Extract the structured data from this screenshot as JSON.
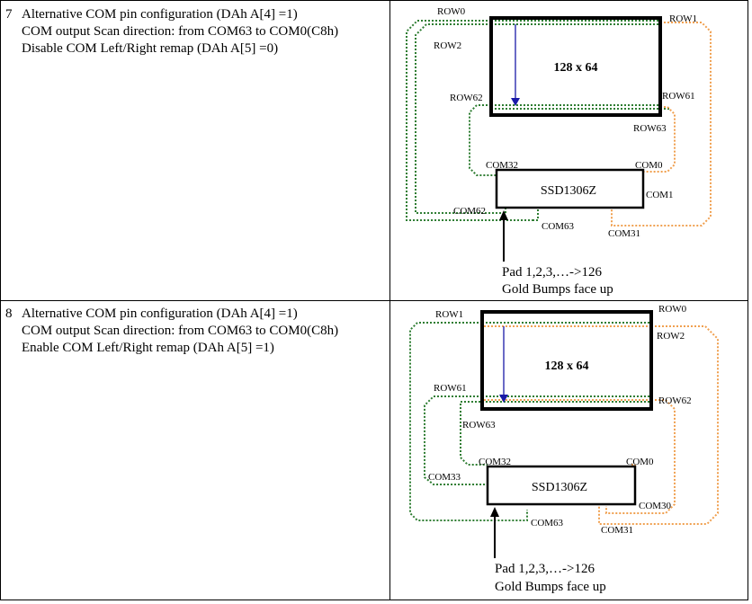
{
  "rows": [
    {
      "number": "7",
      "lines": [
        "Alternative COM pin configuration (DAh A[4] =1)",
        "COM output Scan direction: from COM63 to COM0(C8h)",
        "Disable COM Left/Right remap (DAh A[5] =0)"
      ],
      "diagram": {
        "display_label": "128 x 64",
        "chip_label": "SSD1306Z",
        "row_labels": {
          "top_left": "ROW0",
          "top_right": "ROW1",
          "second_left": "ROW2",
          "lower_left": "ROW62",
          "lower_right": "ROW61",
          "bottom_right": "ROW63"
        },
        "com_labels": {
          "chip_top_left": "COM32",
          "chip_top_right": "COM0",
          "chip_right": "COM1",
          "chip_bottom_left": "COM62",
          "chip_bottom_mid": "COM63",
          "chip_bottom_right": "COM31"
        },
        "pad_line1": "Pad 1,2,3,…->126",
        "pad_line2": "Gold Bumps face up"
      }
    },
    {
      "number": "8",
      "lines": [
        "Alternative COM pin configuration (DAh A[4] =1)",
        "COM output Scan direction: from COM63 to COM0(C8h)",
        "Enable COM Left/Right remap (DAh A[5] =1)"
      ],
      "diagram": {
        "display_label": "128 x 64",
        "chip_label": "SSD1306Z",
        "row_labels": {
          "top_left": "ROW1",
          "top_right": "ROW0",
          "second_right": "ROW2",
          "lower_left": "ROW61",
          "lower_right": "ROW62",
          "bottom_left": "ROW63"
        },
        "com_labels": {
          "chip_top_left": "COM32",
          "chip_top_right": "COM0",
          "chip_left": "COM33",
          "chip_bottom_mid": "COM63",
          "chip_right": "COM30",
          "chip_bottom_right": "COM31"
        },
        "pad_line1": "Pad 1,2,3,…->126",
        "pad_line2": "Gold Bumps face up"
      }
    }
  ],
  "colors": {
    "green": "#2e7d32",
    "orange": "#f0a050",
    "arrow": "#1a1aa8",
    "border": "#000000"
  }
}
